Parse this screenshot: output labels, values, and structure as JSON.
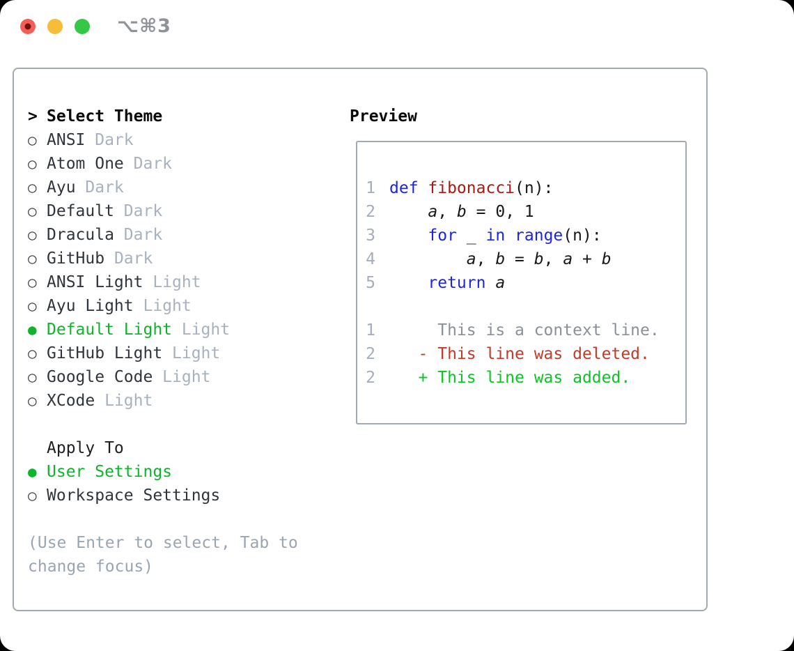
{
  "titlebar": {
    "shortcut_label": "⌥⌘3",
    "buttons": [
      "close",
      "minimize",
      "zoom"
    ]
  },
  "colors": {
    "accent_green": "#10b42c",
    "keyword_blue": "#1d24e2",
    "function_red": "#a81a12",
    "deleted_red": "#c23a28",
    "added_green": "#0cc426",
    "muted_gray": "#a8b2bf",
    "traffic_red": "#f15f58",
    "traffic_yellow": "#f7bd39",
    "traffic_green": "#34c748"
  },
  "theme_panel": {
    "prompt": ">",
    "title": "Select Theme",
    "radio_unselected": "○",
    "radio_selected": "●",
    "themes": [
      {
        "name": "ANSI",
        "variant": "Dark",
        "selected": false
      },
      {
        "name": "Atom One",
        "variant": "Dark",
        "selected": false
      },
      {
        "name": "Ayu",
        "variant": "Dark",
        "selected": false
      },
      {
        "name": "Default",
        "variant": "Dark",
        "selected": false
      },
      {
        "name": "Dracula",
        "variant": "Dark",
        "selected": false
      },
      {
        "name": "GitHub",
        "variant": "Dark",
        "selected": false
      },
      {
        "name": "ANSI Light",
        "variant": "Light",
        "selected": false
      },
      {
        "name": "Ayu Light",
        "variant": "Light",
        "selected": false
      },
      {
        "name": "Default Light",
        "variant": "Light",
        "selected": true
      },
      {
        "name": "GitHub Light",
        "variant": "Light",
        "selected": false
      },
      {
        "name": "Google Code",
        "variant": "Light",
        "selected": false
      },
      {
        "name": "XCode",
        "variant": "Light",
        "selected": false
      }
    ],
    "apply_to": {
      "title": "Apply To",
      "options": [
        {
          "label": "User Settings",
          "selected": true
        },
        {
          "label": "Workspace Settings",
          "selected": false
        }
      ]
    },
    "hint": "(Use Enter to select, Tab to\nchange focus)"
  },
  "preview": {
    "title": "Preview",
    "lines": [
      {
        "num": "1",
        "segments": [
          {
            "text": "def ",
            "style": "keyword"
          },
          {
            "text": "fibonacci",
            "style": "function"
          },
          {
            "text": "(n):",
            "style": "plain"
          }
        ]
      },
      {
        "num": "2",
        "segments": [
          {
            "text": "    ",
            "style": "plain"
          },
          {
            "text": "a",
            "style": "variable"
          },
          {
            "text": ", ",
            "style": "plain"
          },
          {
            "text": "b",
            "style": "variable"
          },
          {
            "text": " = 0, 1",
            "style": "plain"
          }
        ]
      },
      {
        "num": "3",
        "segments": [
          {
            "text": "    ",
            "style": "plain"
          },
          {
            "text": "for",
            "style": "keyword"
          },
          {
            "text": " _ ",
            "style": "plain"
          },
          {
            "text": "in",
            "style": "keyword"
          },
          {
            "text": " ",
            "style": "plain"
          },
          {
            "text": "range",
            "style": "keyword"
          },
          {
            "text": "(n):",
            "style": "plain"
          }
        ]
      },
      {
        "num": "4",
        "segments": [
          {
            "text": "        ",
            "style": "plain"
          },
          {
            "text": "a",
            "style": "variable"
          },
          {
            "text": ", ",
            "style": "plain"
          },
          {
            "text": "b",
            "style": "variable"
          },
          {
            "text": " = ",
            "style": "plain"
          },
          {
            "text": "b",
            "style": "variable"
          },
          {
            "text": ", ",
            "style": "plain"
          },
          {
            "text": "a",
            "style": "variable"
          },
          {
            "text": " + ",
            "style": "plain"
          },
          {
            "text": "b",
            "style": "variable"
          }
        ]
      },
      {
        "num": "5",
        "segments": [
          {
            "text": "    ",
            "style": "plain"
          },
          {
            "text": "return",
            "style": "keyword"
          },
          {
            "text": " ",
            "style": "plain"
          },
          {
            "text": "a",
            "style": "variable"
          }
        ]
      },
      {
        "num": "",
        "segments": []
      },
      {
        "num": "1",
        "segments": [
          {
            "text": "     This is a context line.",
            "style": "context"
          }
        ]
      },
      {
        "num": "2",
        "segments": [
          {
            "text": "   - This line was deleted.",
            "style": "deleted"
          }
        ]
      },
      {
        "num": "2",
        "segments": [
          {
            "text": "   + This line was added.",
            "style": "added"
          }
        ]
      }
    ]
  }
}
